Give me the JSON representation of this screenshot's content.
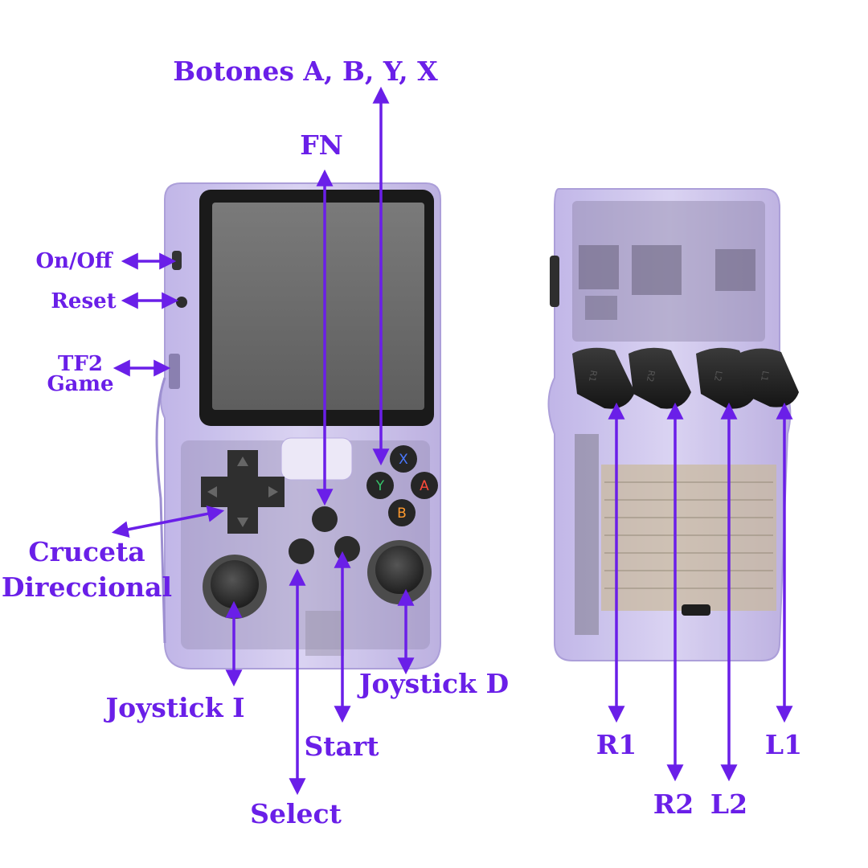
{
  "labels": {
    "abyx": "Botones A, B, Y, X",
    "fn": "FN",
    "onoff": "On/Off",
    "reset": "Reset",
    "tf2_line1": "TF2",
    "tf2_line2": "Game",
    "cruceta_line1": "Cruceta",
    "cruceta_line2": "Direccional",
    "joystick_i": "Joystick I",
    "joystick_d": "Joystick D",
    "start": "Start",
    "select": "Select",
    "r1": "R1",
    "r2": "R2",
    "l2": "L2",
    "l1": "L1"
  },
  "face_buttons": {
    "x": "X",
    "y": "Y",
    "a": "A",
    "b": "B"
  },
  "shoulder_marks": {
    "r1": "R1",
    "r2": "R2",
    "l2": "L2",
    "l1": "L1"
  },
  "colors": {
    "accent": "#6a1fe8",
    "shell": "#c9c0ea",
    "screen": "#6f6f6f",
    "x_letter": "#4a78ff",
    "y_letter": "#36c46a",
    "a_letter": "#ff4a3a",
    "b_letter": "#ff9a2e"
  }
}
